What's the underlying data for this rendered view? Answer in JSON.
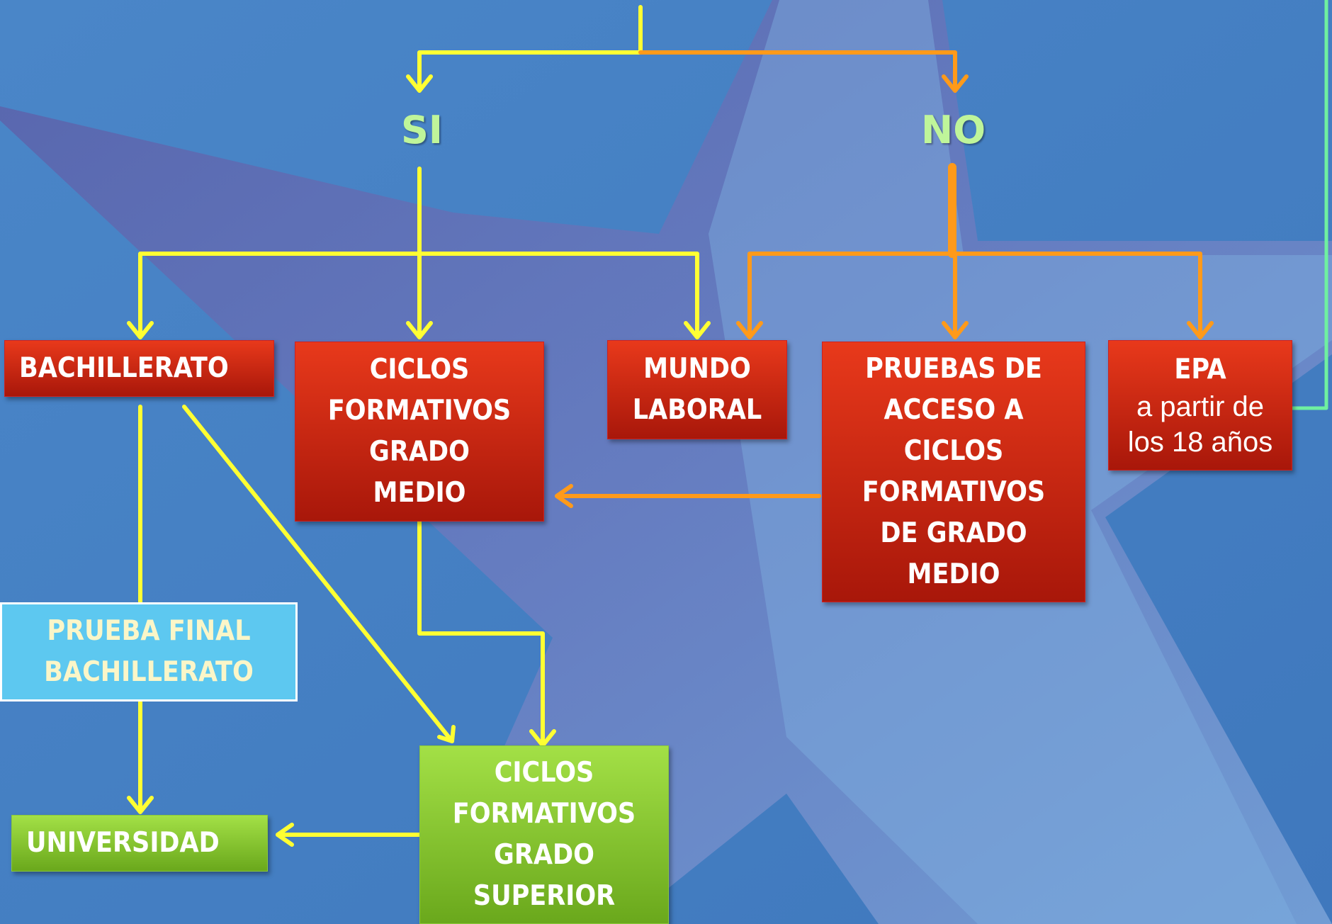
{
  "branches": {
    "yes": "SI",
    "no": "NO"
  },
  "nodes": {
    "bachillerato": "BACHILLERATO",
    "ciclos_medio": [
      "CICLOS",
      "FORMATIVOS",
      "GRADO",
      "MEDIO"
    ],
    "mundo_laboral": [
      "MUNDO",
      "LABORAL"
    ],
    "pruebas_acceso": [
      "PRUEBAS DE",
      "ACCESO A",
      "CICLOS",
      "FORMATIVOS",
      "DE GRADO",
      "MEDIO"
    ],
    "epa": {
      "title": "EPA",
      "line1": "a partir de",
      "line2": "los 18 años"
    },
    "prueba_final": [
      "PRUEBA FINAL",
      "BACHILLERATO"
    ],
    "universidad": "UNIVERSIDAD",
    "ciclos_superior": [
      "CICLOS",
      "FORMATIVOS",
      "GRADO",
      "SUPERIOR"
    ]
  },
  "colors": {
    "yes_arrow": "#ffff33",
    "no_arrow": "#ff9a1a",
    "side_line": "#6ff0a0"
  }
}
